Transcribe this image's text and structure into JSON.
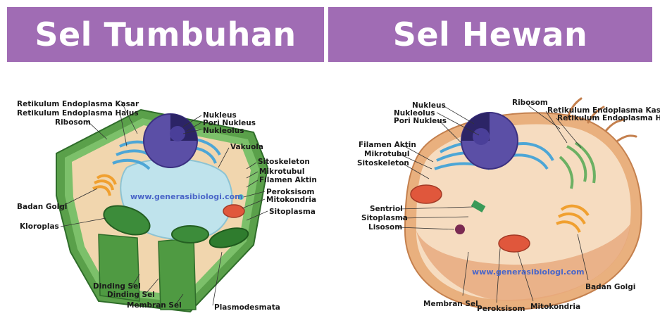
{
  "plant_title": "Sel Tumbuhan",
  "animal_title": "Sel Hewan",
  "watermark": "www.generasibiologi.com",
  "colors": {
    "banner": "#a06cb4",
    "cell_wall": "#5aa04a",
    "vacuole": "#bfe3ec",
    "nucleus": "#5b4fa6",
    "chloroplast": "#3c8c3a",
    "mitochondria": "#e0573c",
    "animal_cytoplasm": "#e8b98a"
  },
  "plant_labels": {
    "rer": "Retikulum Endoplasma Kasar",
    "ser": "Retikulum Endoplasma Halus",
    "ribosom": "Ribosom",
    "nukleus": "Nukleus",
    "pori_nukleus": "Pori Nukleus",
    "nukleolus": "Nukleolus",
    "vakuola": "Vakuola",
    "sitoskeleton": "Sitoskeleton",
    "mikrotubul": "Mikrotubul",
    "filamen_aktin": "Filamen Aktin",
    "peroksisom": "Peroksisom",
    "mitokondria": "Mitokondria",
    "sitoplasma": "Sitoplasma",
    "badan_golgi": "Badan Golgi",
    "kloroplas": "Kloroplas",
    "dinding_sel_1": "Dinding Sel",
    "dinding_sel_2": "Dinding Sel",
    "membran_sel": "Membran Sel",
    "plasmodesmata": "Plasmodesmata"
  },
  "animal_labels": {
    "nukleus": "Nukleus",
    "nukleolus": "Nukleolus",
    "pori_nukleus": "Pori Nukleus",
    "ribosom": "Ribosom",
    "rer": "Retikulum Endoplasma Kasar",
    "ser": "Retikulum Endoplasma Halus",
    "filamen_aktin": "Filamen Aktin",
    "mikrotubul": "Mikrotubul",
    "sitoskeleton": "Sitoskeleton",
    "sentriol": "Sentriol",
    "sitoplasma": "Sitoplasma",
    "lisosom": "Lisosom",
    "membran_sel": "Membran Sel",
    "peroksisom": "Peroksisom",
    "mitokondria": "Mitokondria",
    "badan_golgi": "Badan Golgi"
  }
}
